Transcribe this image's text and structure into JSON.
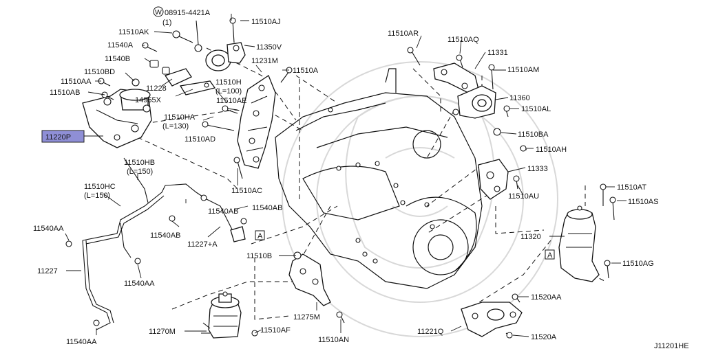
{
  "diagram": {
    "code": "J11201HE",
    "highlighted_part": "11220P",
    "ref_mark": "A",
    "washer_symbol": "W",
    "labels": {
      "washer_part": "08915-4421A",
      "washer_qty": "(1)",
      "p11510AJ": "11510AJ",
      "p11510AK": "11510AK",
      "p11540A": "11540A",
      "p11350V": "11350V",
      "p11540B": "11540B",
      "p11231M": "11231M",
      "p11510A": "11510A",
      "p11510BD": "11510BD",
      "p11510AA": "11510AA",
      "p11510AB": "11510AB",
      "p11228": "11228",
      "p11510H": "11510H",
      "p11510H_len": "(L=100)",
      "p14955X": "14955X",
      "p11510AE": "11510AE",
      "p11510HA": "11510HA",
      "p11510HA_len": "(L=130)",
      "p11510AD": "11510AD",
      "p11510HB": "11510HB",
      "p11510HB_len": "(L=150)",
      "p11510HC": "11510HC",
      "p11510HC_len": "(L=150)",
      "p11510AC": "11510AC",
      "p11540AB_1": "11540AB",
      "p11540AB_2": "11540AB",
      "p11540AB_3": "11540AB",
      "p11227A": "11227+A",
      "p11540AA_1": "11540AA",
      "p11540AA_2": "11540AA",
      "p11540AA_3": "11540AA",
      "p11227": "11227",
      "p11510B": "11510B",
      "p11275M": "11275M",
      "p11270M": "11270M",
      "p11510AF": "11510AF",
      "p11510AN": "11510AN",
      "p11510AR": "11510AR",
      "p11510AQ": "11510AQ",
      "p11331": "11331",
      "p11510AM": "11510AM",
      "p11360": "11360",
      "p11510AL": "11510AL",
      "p11510BA": "11510BA",
      "p11510AH": "11510AH",
      "p11333": "11333",
      "p11510AU": "11510AU",
      "p11510AT": "11510AT",
      "p11510AS": "11510AS",
      "p11320": "11320",
      "p11510AG": "11510AG",
      "p11520AA": "11520AA",
      "p11221Q": "11221Q",
      "p11520A": "11520A"
    }
  }
}
